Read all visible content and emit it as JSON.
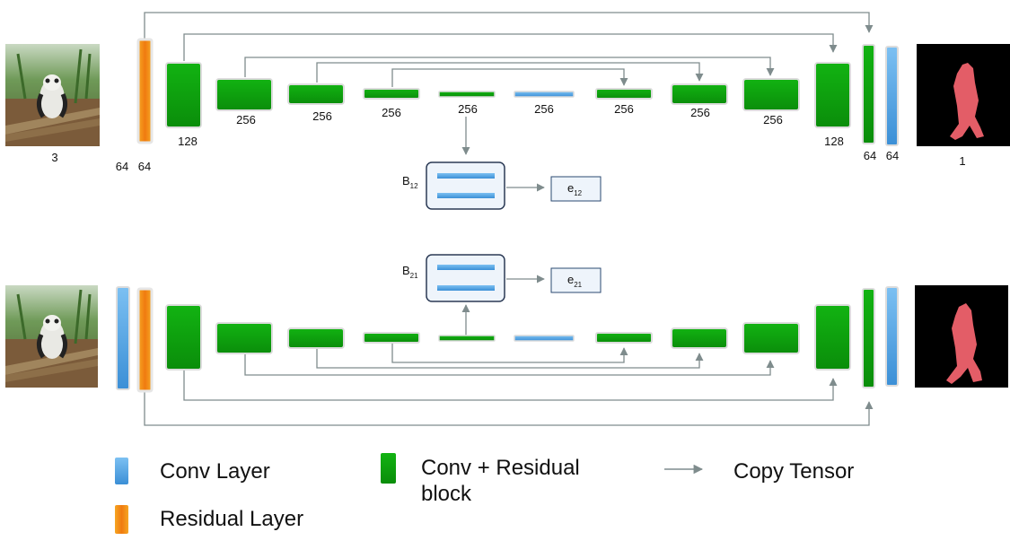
{
  "colors": {
    "conv": "#4fa3e3",
    "residual": "#f28a17",
    "conv_residual": "#10a010",
    "arrow": "#7f8c8d",
    "bottleneck_fill": "#eef4fb",
    "bottleneck_border": "#2b3a55",
    "output_fill": "#eef4fb",
    "output_border": "#2b4a70",
    "mask_bg": "#000000",
    "mask_shape": "#e35d67"
  },
  "top": {
    "input_label": "3",
    "output_label": "1",
    "channel_labels": [
      "64",
      "64",
      "128",
      "256",
      "256",
      "256",
      "256",
      "256",
      "256",
      "256",
      "256",
      "128",
      "64",
      "64"
    ],
    "bottleneck": {
      "prefix": "B",
      "sub": "12"
    },
    "output_box": {
      "prefix": "e",
      "sub": "12"
    }
  },
  "bottom": {
    "bottleneck": {
      "prefix": "B",
      "sub": "21"
    },
    "output_box": {
      "prefix": "e",
      "sub": "21"
    }
  },
  "legend": {
    "conv": "Conv Layer",
    "residual": "Residual Layer",
    "conv_residual_line1": "Conv + Residual",
    "conv_residual_line2": "block",
    "copy": "Copy Tensor"
  },
  "icons": {
    "input_image": "panda-photo-icon",
    "output_image": "segmentation-mask-icon"
  }
}
